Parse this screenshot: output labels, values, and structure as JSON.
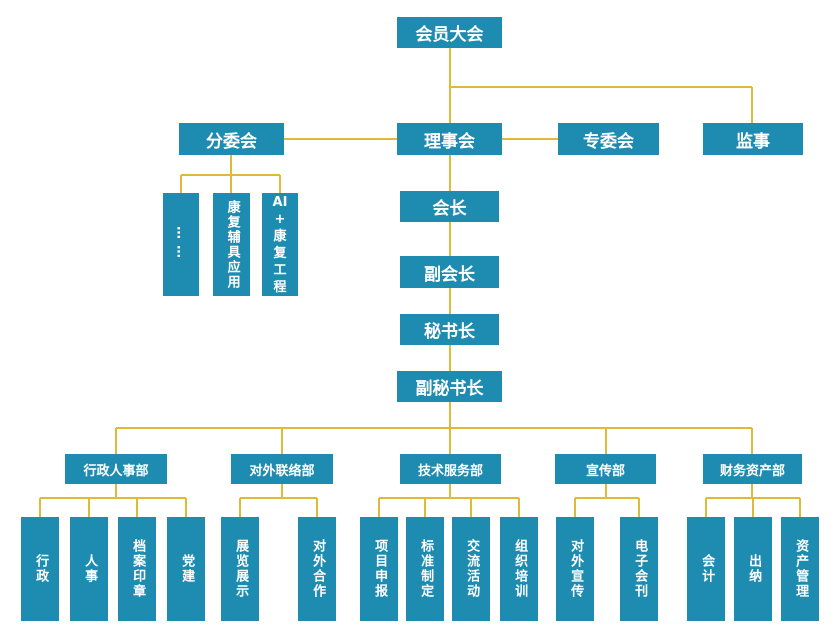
{
  "top": "会员大会",
  "council": "理事会",
  "subcommittee": "分委会",
  "special_committee": "专委会",
  "supervisor": "监事",
  "president": "会长",
  "vice_president": "副会长",
  "secretary_general": "秘书长",
  "deputy_secretary_general": "副秘书长",
  "subcommittee_items": [
    "……",
    "康复辅具应用",
    "AI+康复工程"
  ],
  "departments": [
    {
      "name": "行政人事部",
      "items": [
        "行政",
        "人事",
        "档案印章",
        "党建"
      ]
    },
    {
      "name": "对外联络部",
      "items": [
        "展览展示",
        "对外合作"
      ]
    },
    {
      "name": "技术服务部",
      "items": [
        "项目申报",
        "标准制定",
        "交流活动",
        "组织培训"
      ]
    },
    {
      "name": "宣传部",
      "items": [
        "对外宣传",
        "电子会刊"
      ]
    },
    {
      "name": "财务资产部",
      "items": [
        "会计",
        "出纳",
        "资产管理"
      ]
    }
  ],
  "colors": {
    "box": "#1e8bb0",
    "line": "#e0b83a",
    "text": "#ffffff"
  }
}
